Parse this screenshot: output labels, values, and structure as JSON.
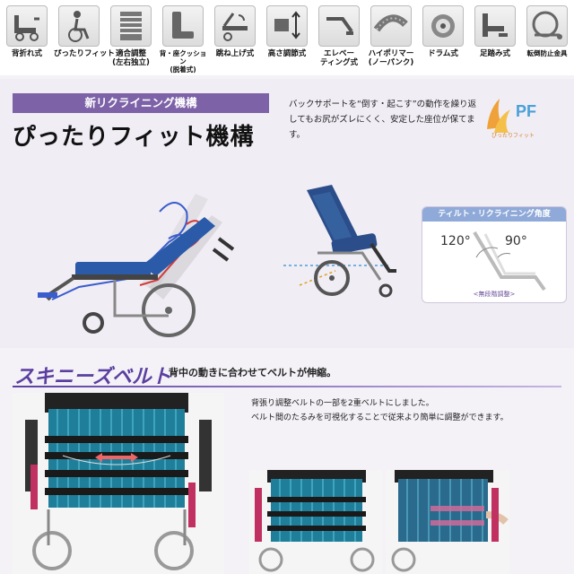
{
  "features": [
    {
      "label": "背折れ式",
      "icon": "backrest-fold-icon"
    },
    {
      "label": "ぴったりフィット",
      "icon": "perfect-fit-icon"
    },
    {
      "label": "適合調整\n(左右独立)",
      "icon": "fit-adjust-icon"
    },
    {
      "label": "背・座クッション\n(脱着式)",
      "icon": "cushion-icon"
    },
    {
      "label": "跳ね上げ式",
      "icon": "armrest-lift-icon"
    },
    {
      "label": "高さ調節式",
      "icon": "height-adjust-icon"
    },
    {
      "label": "エレベー\nティング式",
      "icon": "elevating-icon"
    },
    {
      "label": "ハイポリマー\n(ノーパンク)",
      "icon": "high-polymer-tire-icon"
    },
    {
      "label": "ドラム式",
      "icon": "drum-brake-icon"
    },
    {
      "label": "足踏み式",
      "icon": "foot-pedal-icon"
    },
    {
      "label": "転倒防止金具",
      "icon": "anti-tip-icon"
    }
  ],
  "section1": {
    "badge": "新リクライニング機構",
    "title": "ぴったりフィット機構",
    "description": "バックサポートを“倒す・起こす”の動作を繰り返してもお尻がズレにくく、安定した座位が保てます。",
    "logo_text": "PF",
    "logo_caption": "ぴったりフィット"
  },
  "diagram": {
    "title": "ティルト・リクライニング角度",
    "angle_recline": "120°",
    "angle_tilt": "90°",
    "note": "<無段階調整>"
  },
  "section2": {
    "title": "スキニーズベルト",
    "subtitle": "背中の動きに合わせてベルトが伸縮。",
    "description_line1": "背張り調整ベルトの一部を2重ベルトにしました。",
    "description_line2": "ベルト間のたるみを可視化することで従来より簡単に調整ができます。"
  },
  "colors": {
    "accent_purple": "#7d62a8",
    "section_title_purple": "#5b3fa0",
    "diagram_header_blue": "#8fa9d8",
    "seat_blue": "#2a5aa8",
    "stripe_teal": "#1f7f9a",
    "red_belt": "#d23a3a"
  }
}
